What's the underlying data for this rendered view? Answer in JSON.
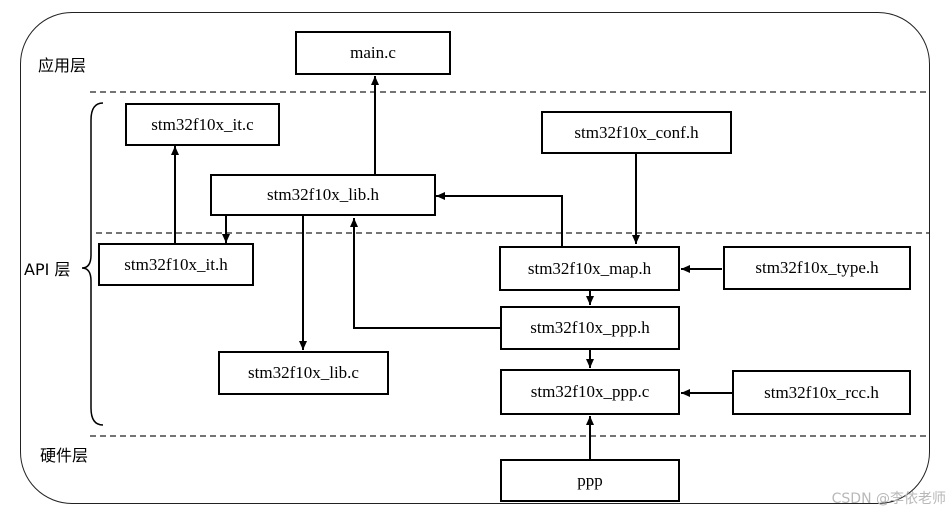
{
  "layers": {
    "app": "应用层",
    "api": "API 层",
    "hardware": "硬件层"
  },
  "boxes": {
    "main_c": "main.c",
    "it_c": "stm32f10x_it.c",
    "lib_h": "stm32f10x_lib.h",
    "it_h": "stm32f10x_it.h",
    "lib_c": "stm32f10x_lib.c",
    "conf_h": "stm32f10x_conf.h",
    "map_h": "stm32f10x_map.h",
    "type_h": "stm32f10x_type.h",
    "ppp_h": "stm32f10x_ppp.h",
    "ppp_c": "stm32f10x_ppp.c",
    "rcc_h": "stm32f10x_rcc.h",
    "ppp": "ppp"
  },
  "watermark": "CSDN @李依老师"
}
